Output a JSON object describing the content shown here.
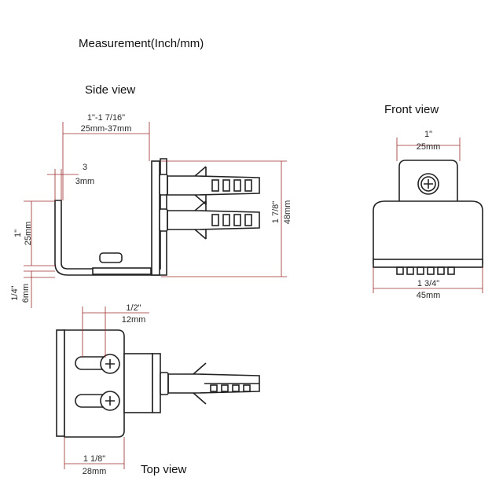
{
  "title": "Measurement(Inch/mm)",
  "views": {
    "side": "Side view",
    "front": "Front view",
    "top": "Top view"
  },
  "dimensions": {
    "side_width_in": "1\"-1 7/16\"",
    "side_width_mm": "25mm-37mm",
    "side_gap_in": "3",
    "side_gap_mm": "3mm",
    "side_height_in": "1\"",
    "side_height_mm": "25mm",
    "side_thick_in": "1/4\"",
    "side_thick_mm": "6mm",
    "side_total_in": "1 7/8\"",
    "side_total_mm": "48mm",
    "front_top_in": "1\"",
    "front_top_mm": "25mm",
    "front_bottom_in": "1 3/4\"",
    "front_bottom_mm": "45mm",
    "top_slot_in": "1/2\"",
    "top_slot_mm": "12mm",
    "top_width_in": "1 1/8\"",
    "top_width_mm": "28mm"
  }
}
